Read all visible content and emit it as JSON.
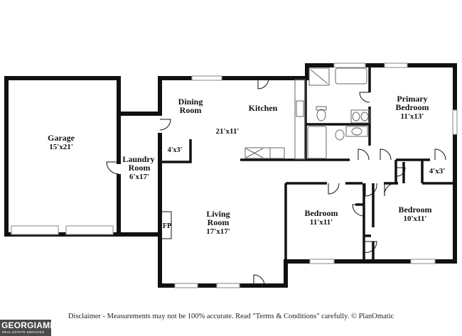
{
  "rooms": {
    "garage": {
      "name": "Garage",
      "size": "15'x21'"
    },
    "laundry": {
      "name_line1": "Laundry",
      "name_line2": "Room",
      "size": "6'x17'"
    },
    "dining": {
      "name_line1": "Dining",
      "name_line2": "Room"
    },
    "kitchen": {
      "name": "Kitchen",
      "size": "21'x11'"
    },
    "pantry": {
      "size": "4'x3'"
    },
    "living": {
      "name_line1": "Living",
      "name_line2": "Room",
      "size": "17'x17'"
    },
    "fireplace": {
      "label": "FP"
    },
    "primary": {
      "name_line1": "Primary",
      "name_line2": "Bedroom",
      "size": "11'x13'"
    },
    "closet": {
      "size": "4'x3'"
    },
    "bedroom1": {
      "name": "Bedroom",
      "size": "11'x11'"
    },
    "bedroom2": {
      "name": "Bedroom",
      "size": "10'x11'"
    }
  },
  "disclaimer": "Disclaimer - Measurements may not be 100% accurate. Read \"Terms & Conditions\" carefully. © PlanOmatic",
  "logo": {
    "text": "GEORGIAMLS",
    "subtext": "REAL ESTATE SERVICES"
  },
  "colors": {
    "wall": "#111111",
    "window": "#9a9a9a",
    "logo_bg": "#4a4a4a"
  }
}
